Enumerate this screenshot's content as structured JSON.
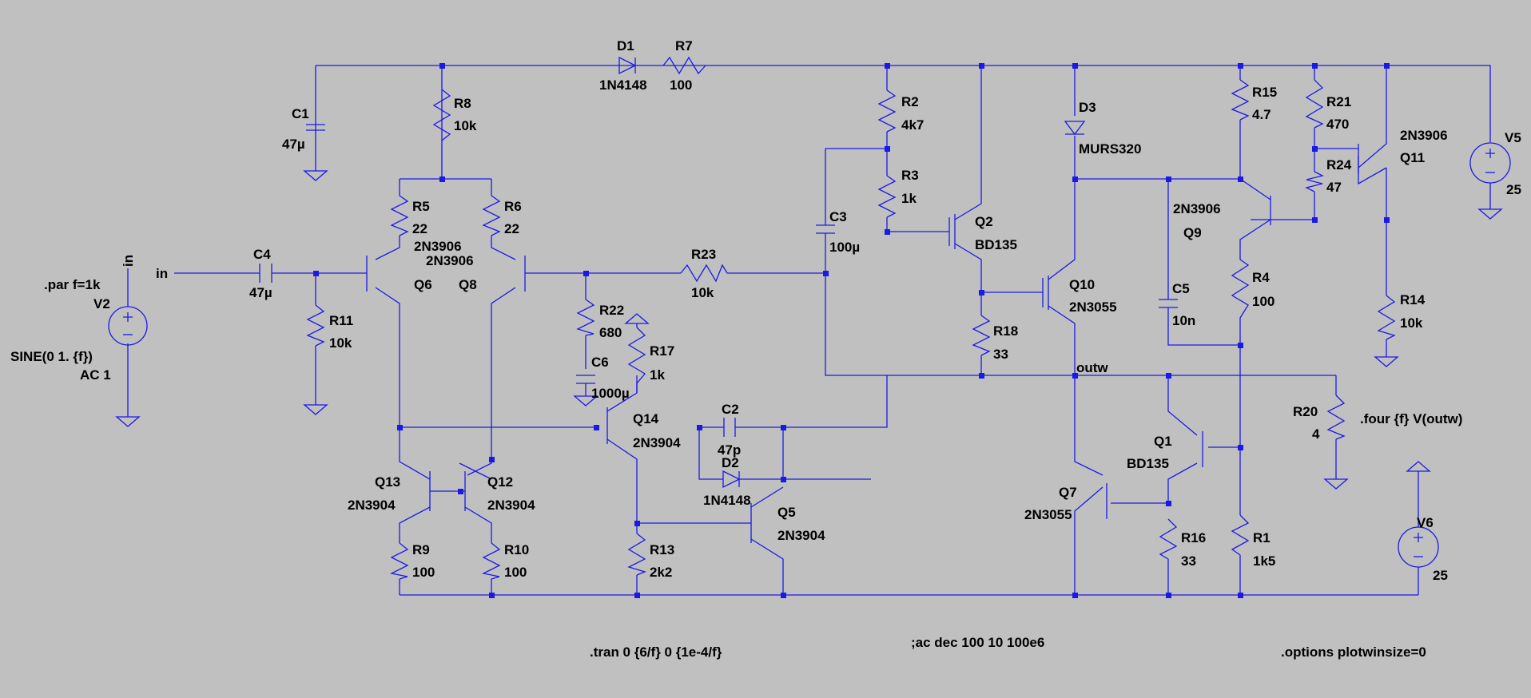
{
  "labels": {
    "d1": "D1",
    "d1_val": "1N4148",
    "r7": "R7",
    "r7_val": "100",
    "c1": "C1",
    "c1_val": "47µ",
    "r8": "R8",
    "r8_val": "10k",
    "r2": "R2",
    "r2_val": "4k7",
    "r3": "R3",
    "r3_val": "1k",
    "d3": "D3",
    "d3_val": "MURS320",
    "r15": "R15",
    "r15_val": "4.7",
    "r21": "R21",
    "r21_val": "470",
    "q11_type": "2N3906",
    "q11": "Q11",
    "r24": "R24",
    "r24_val": "47",
    "v5": "V5",
    "v5_val": "25",
    "r5": "R5",
    "r5_val": "22",
    "r6": "R6",
    "r6_val": "22",
    "q6_type": "2N3906",
    "q8_type": "2N3906",
    "q6": "Q6",
    "q8": "Q8",
    "c4": "C4",
    "c4_val": "47µ",
    "in_label": "in",
    "in_net": "in",
    "par": ".par f=1k",
    "v2": "V2",
    "sine": "SINE(0 1. {f})",
    "ac1": "AC 1",
    "r11": "R11",
    "r11_val": "10k",
    "r23": "R23",
    "r23_val": "10k",
    "c3": "C3",
    "c3_val": "100µ",
    "q2": "Q2",
    "q2_type": "BD135",
    "q10": "Q10",
    "q10_type": "2N3055",
    "q9_type": "2N3906",
    "q9": "Q9",
    "c5": "C5",
    "c5_val": "10n",
    "r4": "R4",
    "r4_val": "100",
    "r14": "R14",
    "r14_val": "10k",
    "r22": "R22",
    "r22_val": "680",
    "r17": "R17",
    "r17_val": "1k",
    "c6": "C6",
    "c6_val": "1000µ",
    "r18": "R18",
    "r18_val": "33",
    "outw": "outw",
    "r20": "R20",
    "r20_val": "4",
    "four": ".four {f} V(outw)",
    "q14": "Q14",
    "q14_type": "2N3904",
    "c2": "C2",
    "c2_val": "47p",
    "d2": "D2",
    "d2_val": "1N4148",
    "q1": "Q1",
    "q1_type": "BD135",
    "q13": "Q13",
    "q13_type": "2N3904",
    "q12": "Q12",
    "q12_type": "2N3904",
    "q5": "Q5",
    "q5_type": "2N3904",
    "q7": "Q7",
    "q7_type": "2N3055",
    "r16": "R16",
    "r16_val": "33",
    "r1": "R1",
    "r1_val": "1k5",
    "v6": "V6",
    "v6_val": "25",
    "r9": "R9",
    "r9_val": "100",
    "r10": "R10",
    "r10_val": "100",
    "r13": "R13",
    "r13_val": "2k2",
    "tran": ".tran 0 {6/f} 0 {1e-4/f}",
    "ac_dir": ";ac dec 100 10 100e6",
    "options": ".options plotwinsize=0"
  },
  "colors": {
    "background": "#c0c0c0",
    "wire": "#1a1ae6",
    "text": "#000000"
  }
}
